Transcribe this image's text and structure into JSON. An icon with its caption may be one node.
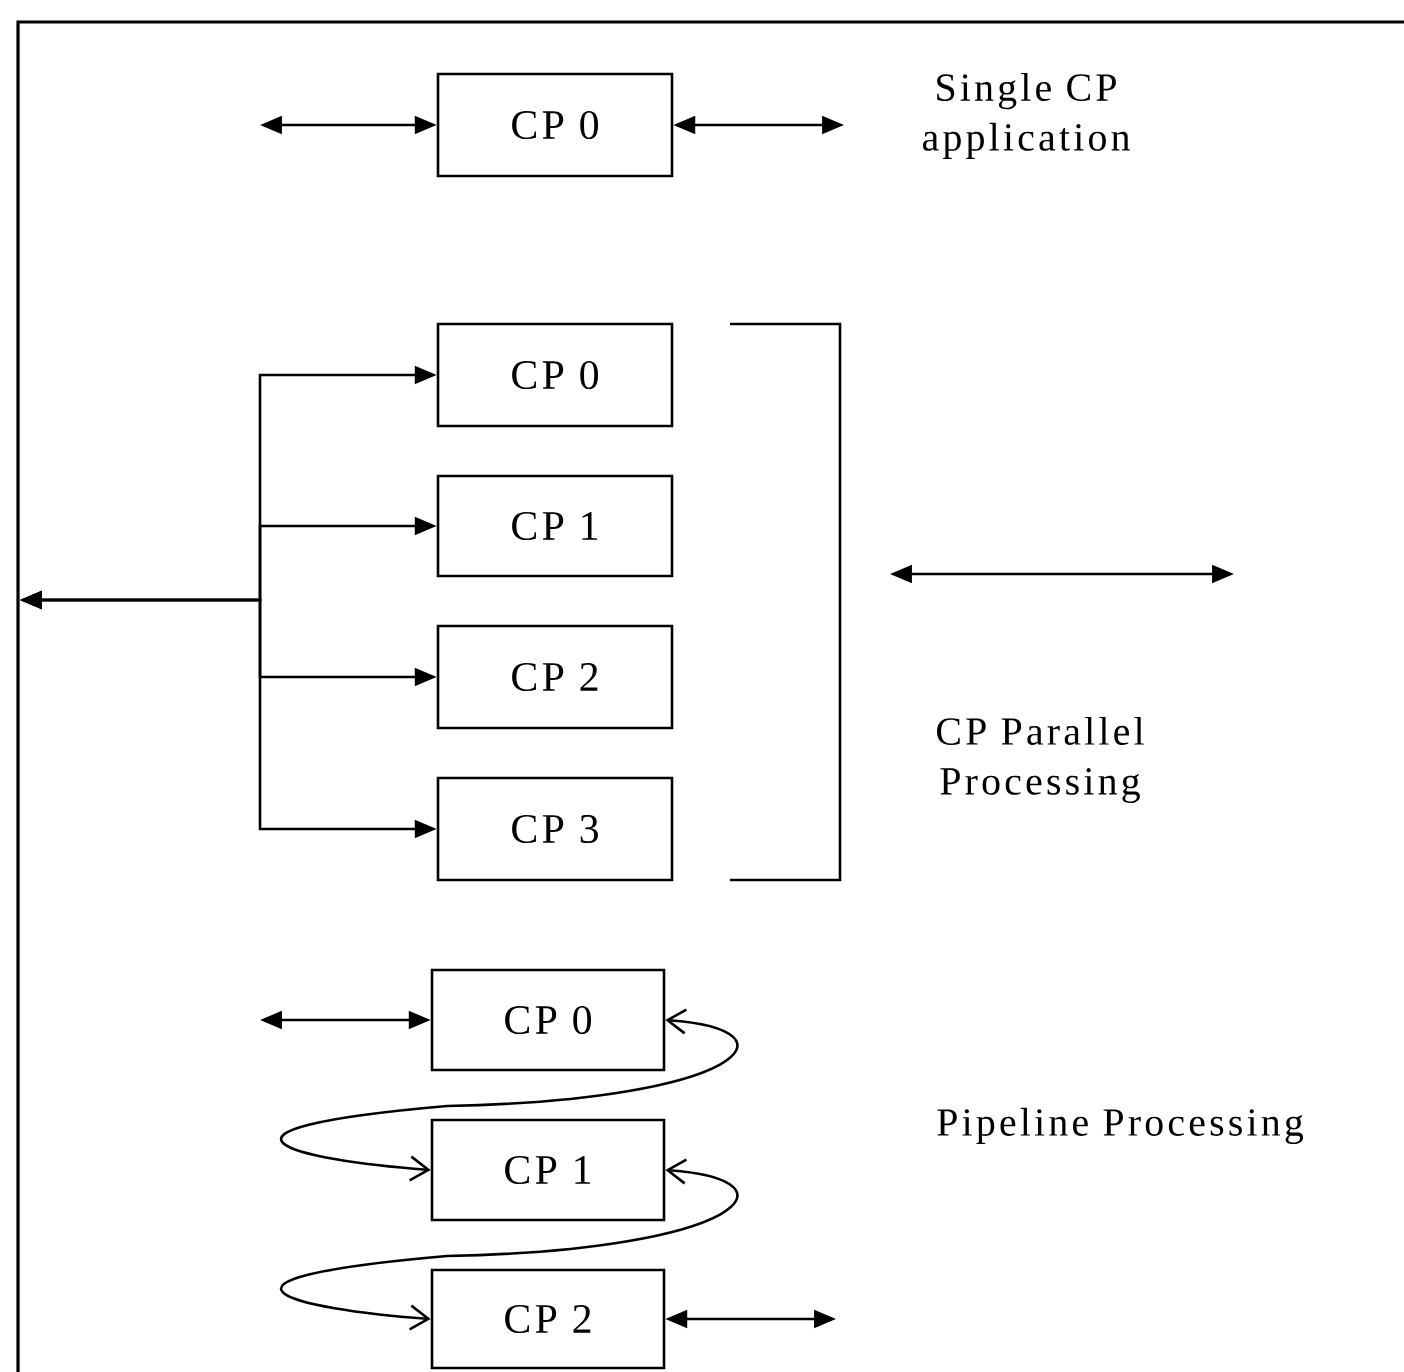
{
  "diagram": {
    "nodes": [
      {
        "text": [
          "CP 0"
        ]
      },
      {
        "text": [
          "CP 0"
        ]
      },
      {
        "text": [
          "CP 1"
        ]
      },
      {
        "text": [
          "CP 2"
        ]
      },
      {
        "text": [
          "CP 3"
        ]
      },
      {
        "text": [
          "CP 0"
        ]
      },
      {
        "text": [
          "CP 1"
        ]
      },
      {
        "text": [
          "CP 2"
        ]
      }
    ],
    "edges": [
      {
        "from": null,
        "to": 0,
        "arrow": "both"
      },
      {
        "from": 0,
        "to": null,
        "arrow": "both"
      },
      {
        "from": null,
        "to": 1,
        "arrow": "both"
      },
      {
        "from": null,
        "to": 2,
        "arrow": "both"
      },
      {
        "from": null,
        "to": 3,
        "arrow": "both"
      },
      {
        "from": null,
        "to": 4,
        "arrow": "both"
      },
      {
        "from": null,
        "to": 5,
        "arrow": "both"
      },
      {
        "from": 5,
        "to": 6,
        "arrow": "both"
      },
      {
        "from": 6,
        "to": 7,
        "arrow": "both"
      },
      {
        "from": 7,
        "to": null,
        "arrow": "both"
      }
    ],
    "labels": [
      "Single CP application",
      "CP Parallel Processing",
      "Pipeline Processing"
    ]
  }
}
